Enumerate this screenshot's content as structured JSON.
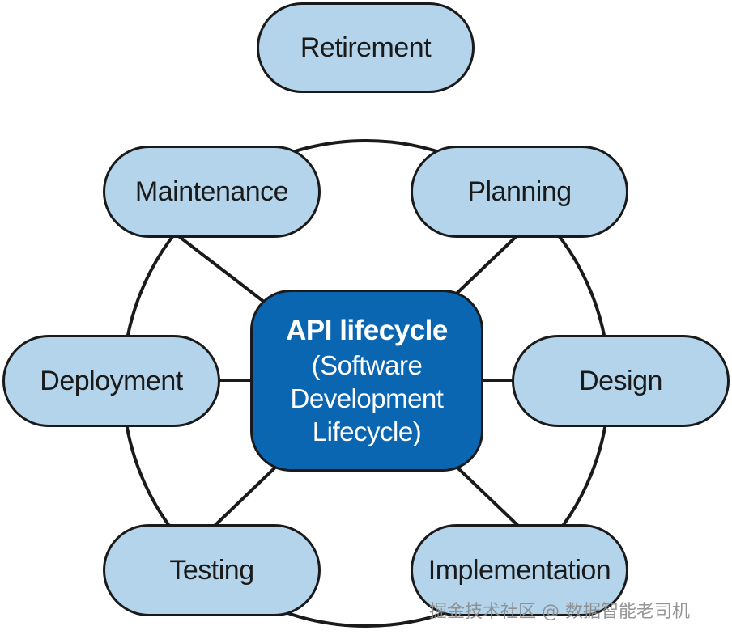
{
  "diagram": {
    "center": {
      "title": "API lifecycle",
      "subtitle_lines": [
        "(Software",
        "Development",
        "Lifecycle)"
      ]
    },
    "stages": {
      "retirement": "Retirement",
      "maintenance": "Maintenance",
      "planning": "Planning",
      "deployment": "Deployment",
      "design": "Design",
      "testing": "Testing",
      "implementation": "Implementation"
    },
    "colors": {
      "stage_fill": "#b3d4ea",
      "center_fill": "#0b66b1",
      "outline": "#1a1a1a"
    }
  },
  "watermark": "掘金技术社区 @ 数据智能老司机"
}
